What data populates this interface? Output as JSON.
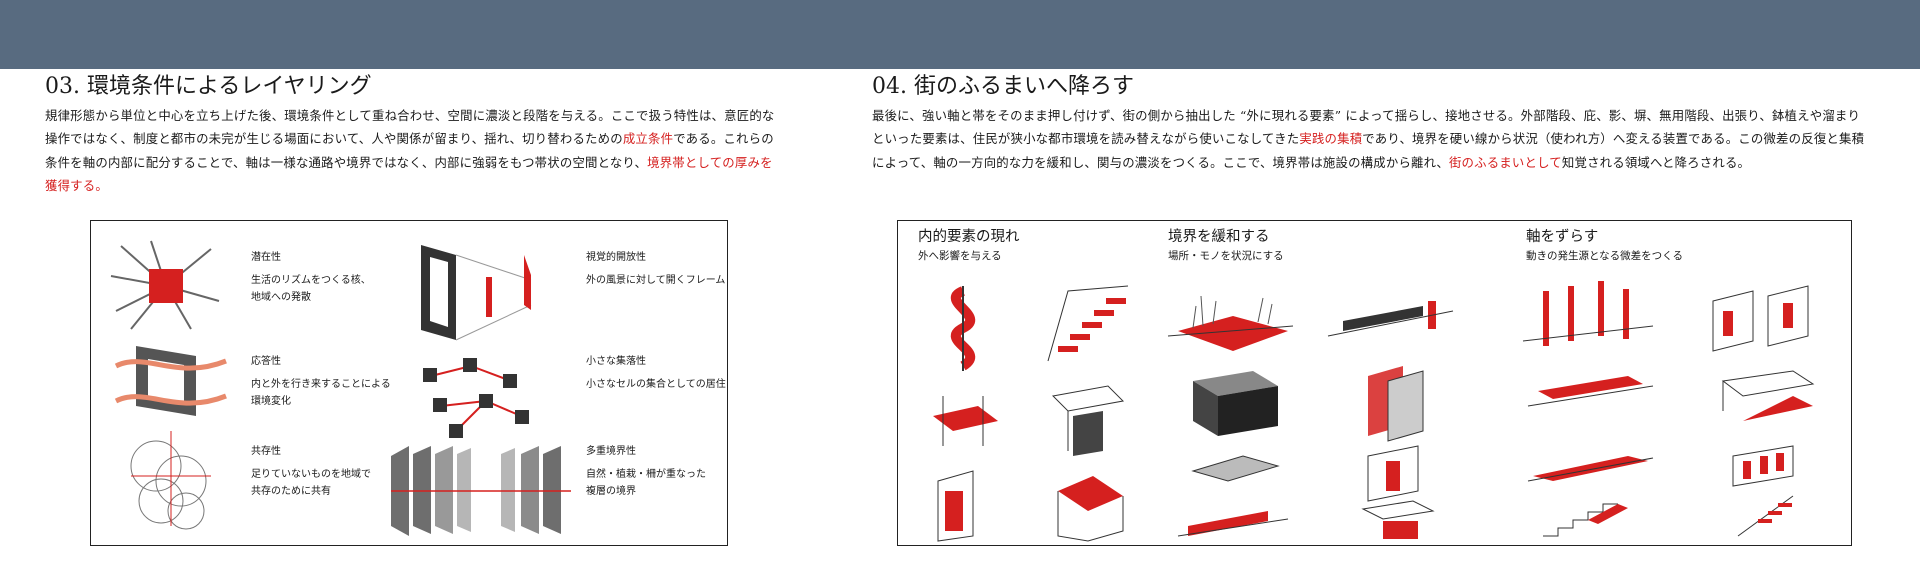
{
  "colors": {
    "banner": "#586b80",
    "accent": "#d5201f",
    "ink": "#1a1a1a"
  },
  "left": {
    "title": "03. 環境条件によるレイヤリング",
    "body": {
      "p1": "規律形態から単位と中心を立ち上げた後、環境条件として重ね合わせ、空間に濃淡と段階を与える。ここで扱う特性は、意匠的な操作ではなく、制度と都市の未完が生じる場面において、人や関係が留まり、揺れ、切り替わるための",
      "p1_red": "成立条件",
      "p2": "である。これらの条件を軸の内部に配分することで、軸は一様な通路や境界ではなく、内部に強弱をもつ帯状の空間となり、",
      "p2_red": "境界帯としての厚みを獲得する。"
    },
    "diagram": {
      "items": [
        {
          "heading": "潜在性",
          "desc_lines": [
            "生活のリズムをつくる核、",
            "地域への発散"
          ]
        },
        {
          "heading": "視覚的開放性",
          "desc_lines": [
            "外の風景に対して開くフレーム"
          ]
        },
        {
          "heading": "応答性",
          "desc_lines": [
            "内と外を行き来することによる",
            "環境変化"
          ]
        },
        {
          "heading": "小さな集落性",
          "desc_lines": [
            "小さなセルの集合としての居住"
          ]
        },
        {
          "heading": "共存性",
          "desc_lines": [
            "足りていないものを地域で",
            "共存のために共有"
          ]
        },
        {
          "heading": "多重境界性",
          "desc_lines": [
            "自然・植栽・柵が重なった",
            "複層の境界"
          ]
        }
      ]
    }
  },
  "right": {
    "title": "04. 街のふるまいへ降ろす",
    "body": {
      "p1": "最後に、強い軸と帯をそのまま押し付けず、街の側から抽出した “外に現れる要素” によって揺らし、接地させる。外部階段、庇、影、塀、無用階段、出張り、鉢植えや溜まりといった要素は、住民が狭小な都市環境を読み替えながら使いこなしてきた",
      "p1_red": "実践の集積",
      "p2": "であり、境界を硬い線から状況（使われ方）へ変える装置である。この微差の反復と集積によって、軸の一方向的な力を緩和し、関与の濃淡をつくる。ここで、境界帯は施設の構成から離れ、",
      "p2_red": "街のふるまいとして",
      "p3": "知覚される領域へと降ろされる。"
    },
    "diagram": {
      "groups": [
        {
          "title": "内的要素の現れ",
          "subtitle": "外へ影響を与える"
        },
        {
          "title": "境界を緩和する",
          "subtitle": "場所・モノを状況にする"
        },
        {
          "title": "軸をずらす",
          "subtitle": "動きの発生源となる微差をつくる"
        }
      ]
    }
  }
}
